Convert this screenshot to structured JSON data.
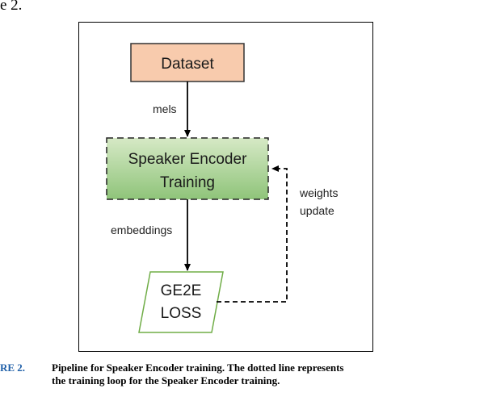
{
  "page": {
    "fragment_top": "e 2."
  },
  "diagram": {
    "nodes": {
      "dataset": "Dataset",
      "encoder_line1": "Speaker Encoder",
      "encoder_line2": "Training",
      "loss_line1": "GE2E",
      "loss_line2": "LOSS"
    },
    "edges": {
      "mels": "mels",
      "embeddings": "embeddings",
      "weights_line1": "weights",
      "weights_line2": "update"
    },
    "colors": {
      "dataset_fill": "#f8cbad",
      "encoder_fill_top": "#d6e9c6",
      "encoder_fill_bottom": "#8fc47a",
      "loss_border": "#70ad47",
      "edge": "#000000",
      "caption_label": "#1f5fa8"
    }
  },
  "caption": {
    "label": "RE 2.",
    "line1": "Pipeline for Speaker Encoder training. The dotted line represents",
    "line2": "the training loop for the Speaker Encoder training."
  }
}
